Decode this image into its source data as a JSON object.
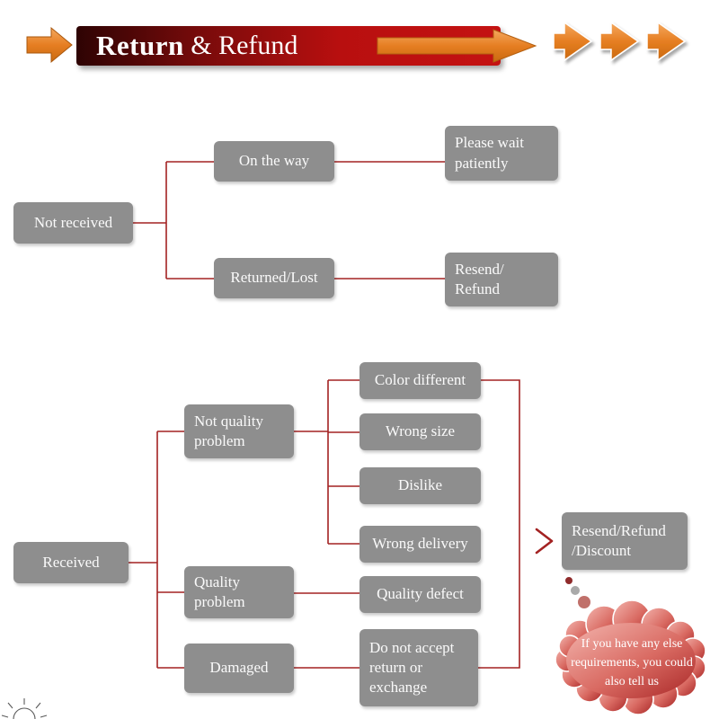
{
  "header": {
    "title_strong": "Return",
    "title_rest": " & Refund"
  },
  "flow_not_received": {
    "root": "Not received",
    "on_the_way": "On the way",
    "please_wait": "Please wait patiently",
    "returned_lost": "Returned/Lost",
    "resend_refund": "Resend/\nRefund"
  },
  "flow_received": {
    "root": "Received",
    "not_quality_problem": "Not quality problem",
    "quality_problem": "Quality problem",
    "damaged": "Damaged",
    "color_different": "Color different",
    "wrong_size": "Wrong size",
    "dislike": "Dislike",
    "wrong_delivery": "Wrong delivery",
    "quality_defect": "Quality defect",
    "no_return_exchange": "Do not accept return or exchange",
    "outcome": "Resend/Refund\n/Discount"
  },
  "cloud": {
    "text": "If you have any else requirements, you could also tell us"
  },
  "colors": {
    "box_gray": "#8e8e8e",
    "box_text": "#fafafa",
    "line_red": "#a32222",
    "banner_dark": "#2e0303",
    "banner_red": "#c41212",
    "arrow_orange": "#e67e22",
    "cloud_light": "#f3b5ae",
    "cloud_deep": "#a82626"
  }
}
